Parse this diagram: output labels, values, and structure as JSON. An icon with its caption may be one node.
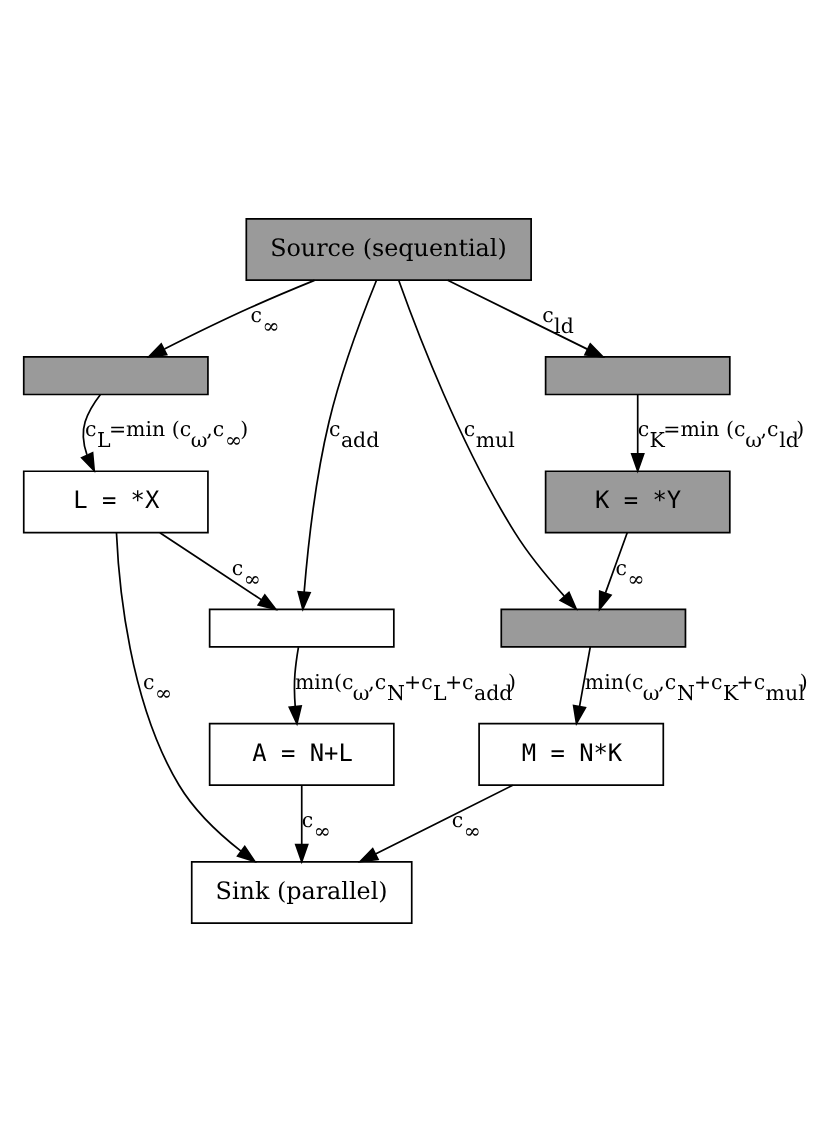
{
  "diagram": {
    "nodes": [
      {
        "text": [
          "Source (sequential)"
        ]
      },
      {
        "text": [],
        "shape": "box"
      },
      {
        "text": [
          "L = *X"
        ]
      },
      {
        "text": [],
        "shape": "box"
      },
      {
        "text": [
          "K = *Y"
        ]
      },
      {
        "text": [],
        "shape": "box"
      },
      {
        "text": [],
        "shape": "box"
      },
      {
        "text": [
          "A = N+L"
        ]
      },
      {
        "text": [
          "M = N*K"
        ]
      },
      {
        "text": [
          "Sink (parallel)"
        ]
      }
    ],
    "edges": [
      {
        "from": 0,
        "to": 1,
        "arrow": "to",
        "label": "c$_{∞}$"
      },
      {
        "from": 0,
        "to": 5,
        "arrow": "to",
        "label": "c$_{add}$"
      },
      {
        "from": 0,
        "to": 6,
        "arrow": "to",
        "label": "c$_{mul}$"
      },
      {
        "from": 0,
        "to": 3,
        "arrow": "to",
        "label": "c$_{ld}$"
      },
      {
        "from": 1,
        "to": 2,
        "arrow": "to",
        "label": "c$_{L}$=min (c$_{ω}$,c$_{∞}$)"
      },
      {
        "from": 2,
        "to": 5,
        "arrow": "to",
        "label": "c$_{∞}$"
      },
      {
        "from": 2,
        "to": 9,
        "arrow": "to",
        "label": "c$_{∞}$"
      },
      {
        "from": 3,
        "to": 4,
        "arrow": "to",
        "label": "c$_{K}$=min (c$_{ω}$,c$_{ld}$)"
      },
      {
        "from": 4,
        "to": 6,
        "arrow": "to",
        "label": "c$_{∞}$"
      },
      {
        "from": 5,
        "to": 7,
        "arrow": "to",
        "label": "min(c$_{ω}$,c$_{N}$+c$_{L}$+c$_{add}$)"
      },
      {
        "from": 6,
        "to": 8,
        "arrow": "to",
        "label": "min(c$_{ω}$,c$_{N}$+c$_{K}$+c$_{mul}$)"
      },
      {
        "from": 7,
        "to": 9,
        "arrow": "to",
        "label": "c$_{∞}$"
      },
      {
        "from": 8,
        "to": 9,
        "arrow": "to",
        "label": "c$_{∞}$"
      }
    ]
  }
}
